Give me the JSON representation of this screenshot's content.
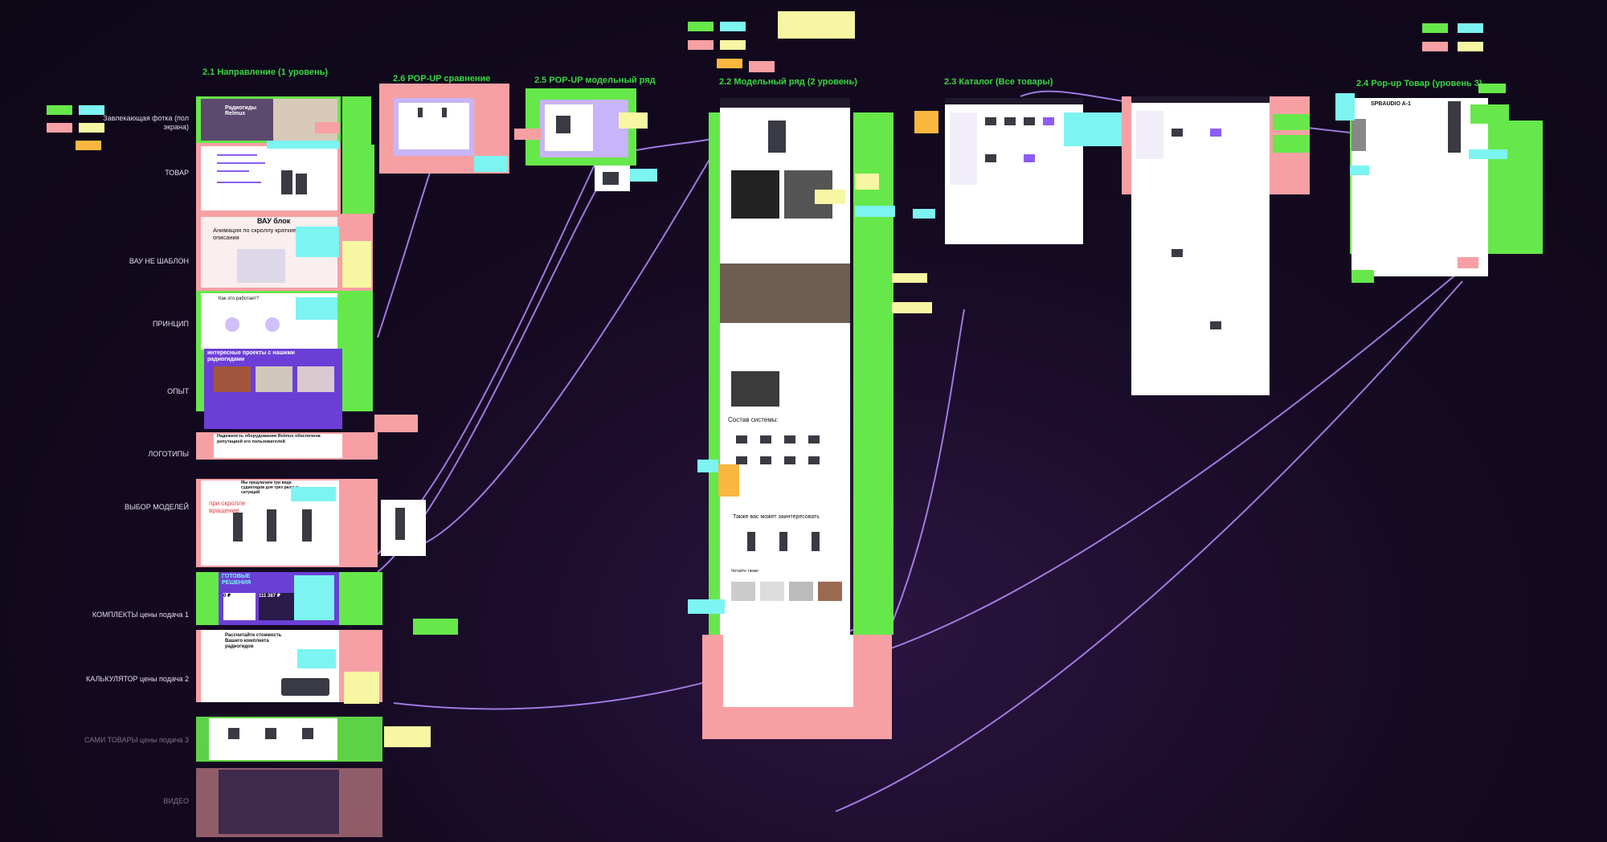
{
  "columns": {
    "c21": "2.1 Направление (1 уровень)",
    "c26": "2.6 POP-UP сравнение",
    "c25": "2.5 POP-UP модельный ряд",
    "c22": "2.2 Модельный ряд (2 уровень)",
    "c23": "2.3 Каталог (Все товары)",
    "c24": "2.4 Pop-up Товар (уровень 3)"
  },
  "sections": [
    "Завлекающая фотка (пол экрана)",
    "ТОВАР",
    "ВАУ НЕ ШАБЛОН",
    "ПРИНЦИП",
    "ОПЫТ",
    "ЛОГОТИПЫ",
    "ВЫБОР МОДЕЛЕЙ",
    "КОМПЛЕКТЫ цены подача 1",
    "КАЛЬКУЛЯТОР цены подача 2",
    "САМИ ТОВАРЫ цены подача 3",
    "ВИДЕО"
  ],
  "mock_texts": {
    "hero_title": "Радиогиды Relmux",
    "wow_title": "ВАУ блок",
    "wow_sub": "Анимация по скроллу краткие тезисы описания",
    "how": "Как это работает?",
    "projects": "интересные проекты с нашими радиогидами",
    "reliability": "Надежность оборудования Relmux обеспечена репутацией его пользователей",
    "choose": "Мы предлагаем три вида судиогидов для трех разных ситуаций",
    "scroll_rotate": "при скролле вращение",
    "ready": "ГОТОВЫЕ РЕШЕНИЯ",
    "price1": "0 ₽",
    "price2": "111 387 ₽",
    "calc": "Рассчитайте стоимость Вашего комплекта радиогидов",
    "system": "Состав системы:",
    "also": "Также вас может заинтересовать",
    "read": "Читайте также:",
    "product_title": "SPBAUDIO A-1"
  },
  "colors": {
    "green": "#66e84a",
    "pink": "#f7a0a4",
    "cyan": "#7cf4f1",
    "yellow": "#f7f6a2",
    "orange": "#f9b740",
    "accent": "#8b5cf6",
    "title": "#39d63f"
  }
}
